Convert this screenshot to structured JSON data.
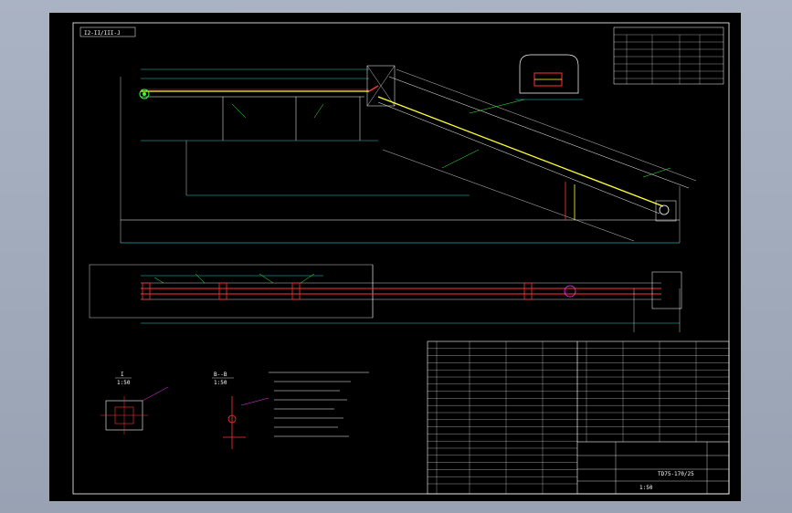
{
  "drawing": {
    "view_label": "I2-II/III-J",
    "section_a_label": "I",
    "section_a_scale": "1:50",
    "section_b_label": "B--B",
    "section_b_scale": "1:50",
    "title_block": {
      "drawing_no": "TD75-170/25",
      "scale": "1:50"
    }
  },
  "colors": {
    "frame": "#ffffff",
    "belt": "#ffff33",
    "structure": "#ff3333",
    "dimension": "#33ffff",
    "leader": "#33ff33",
    "annotation": "#ff33ff",
    "accent": "#ffffff"
  }
}
